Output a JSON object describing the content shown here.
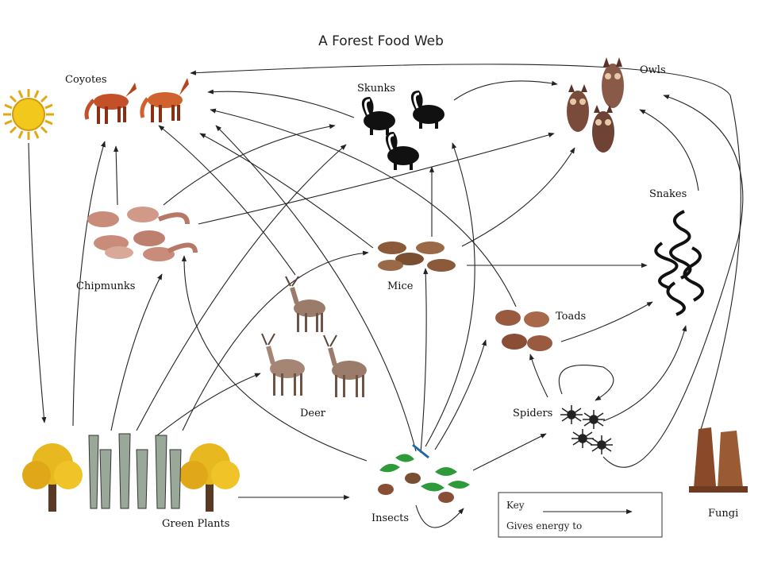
{
  "title": "A Forest Food Web",
  "labels": {
    "coyotes": "Coyotes",
    "skunks": "Skunks",
    "owls": "Owls",
    "snakes": "Snakes",
    "chipmunks": "Chipmunks",
    "mice": "Mice",
    "toads": "Toads",
    "deer": "Deer",
    "spiders": "Spiders",
    "insects": "Insects",
    "green_plants": "Green Plants",
    "fungi": "Fungi"
  },
  "key": {
    "heading": "Key",
    "caption": "Gives energy to"
  },
  "icons": {
    "sun": "sun-icon",
    "coyote": "coyote-icon",
    "skunk": "skunk-icon",
    "owl": "owl-icon",
    "snake": "snake-icon",
    "chipmunk": "chipmunk-icon",
    "mouse": "mouse-icon",
    "toad": "toad-icon",
    "deer": "deer-icon",
    "spider": "spider-icon",
    "insect": "insect-icon",
    "plant": "plant-icon",
    "fungi": "fungi-icon"
  },
  "colors": {
    "sun": "#f2c81c",
    "coyote": "#c4502a",
    "skunk": "#111111",
    "owl": "#7a4a3a",
    "snake": "#111111",
    "chipmunk": "#c98b7a",
    "mouse": "#8a5a3a",
    "toad": "#9a5a40",
    "deer": "#9b7b6a",
    "insect": "#2e9a3a",
    "plant_foliage": "#e8b820",
    "fungi": "#8a4a2a"
  }
}
